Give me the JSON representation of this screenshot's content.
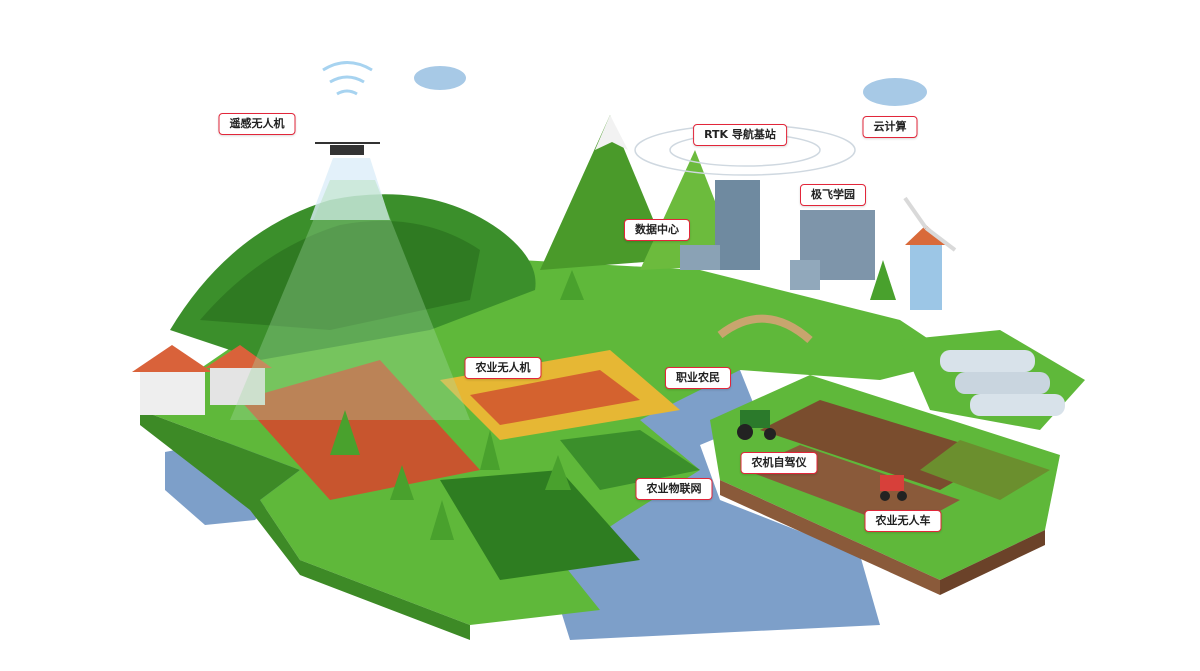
{
  "labels": {
    "remote_sensing_drone": "遥感无人机",
    "rtk_base_station": "RTK 导航基站",
    "cloud_computing": "云计算",
    "xaircraft_academy": "极飞学园",
    "data_center": "数据中心",
    "agri_drone": "农业无人机",
    "professional_farmer": "职业农民",
    "autopilot": "农机自驾仪",
    "agri_iot": "农业物联网",
    "agri_unmanned_vehicle": "农业无人车"
  },
  "colors": {
    "callout_border": "#e2263a",
    "grass": "#5fb83a",
    "water": "#7d9fc9",
    "soil": "#8a5a3a"
  }
}
